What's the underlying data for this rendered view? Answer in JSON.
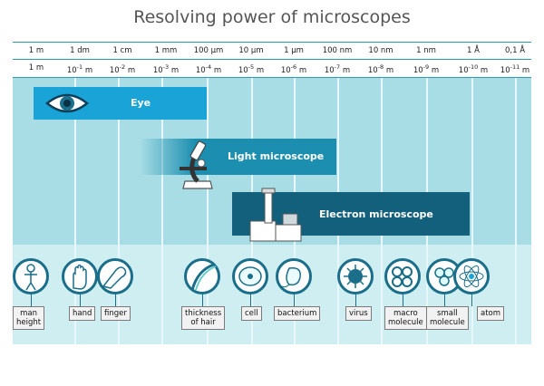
{
  "title": "Resolving power of microscopes",
  "scale_units": [
    "1 m",
    "1 dm",
    "1 cm",
    "1 mm",
    "100 µm",
    "10 µm",
    "1 µm",
    "100 nm",
    "10 nm",
    "1 nm",
    "1 Å",
    "0,1 Å"
  ],
  "scale_powers": [
    {
      "base": "1",
      "exp": "",
      "unit": "m"
    },
    {
      "base": "10",
      "exp": "-1",
      "unit": "m"
    },
    {
      "base": "10",
      "exp": "-2",
      "unit": "m"
    },
    {
      "base": "10",
      "exp": "-3",
      "unit": "m"
    },
    {
      "base": "10",
      "exp": "-4",
      "unit": "m"
    },
    {
      "base": "10",
      "exp": "-5",
      "unit": "m"
    },
    {
      "base": "10",
      "exp": "-6",
      "unit": "m"
    },
    {
      "base": "10",
      "exp": "-7",
      "unit": "m"
    },
    {
      "base": "10",
      "exp": "-8",
      "unit": "m"
    },
    {
      "base": "10",
      "exp": "-9",
      "unit": "m"
    },
    {
      "base": "10",
      "exp": "-10",
      "unit": "m"
    },
    {
      "base": "10",
      "exp": "-11",
      "unit": "m"
    }
  ],
  "bars": {
    "eye": {
      "label": "Eye",
      "color": "#1aa3d6"
    },
    "light": {
      "label": "Light microscope",
      "color": "#1c8fb0"
    },
    "electron": {
      "label": "Electron microscope",
      "color": "#12607c"
    }
  },
  "objects": {
    "man_height": {
      "label": "man\nheight",
      "icon": "person-icon"
    },
    "hand": {
      "label": "hand",
      "icon": "hand-icon"
    },
    "finger": {
      "label": "finger",
      "icon": "finger-icon"
    },
    "hair": {
      "label": "thickness\nof hair",
      "icon": "hair-icon"
    },
    "cell": {
      "label": "cell",
      "icon": "cell-icon"
    },
    "bacterium": {
      "label": "bacterium",
      "icon": "bacterium-icon"
    },
    "virus": {
      "label": "virus",
      "icon": "virus-icon"
    },
    "macro_molecule": {
      "label": "macro\nmolecule",
      "icon": "macromolecule-icon"
    },
    "small_molecule": {
      "label": "small\nmolecule",
      "icon": "small-molecule-icon"
    },
    "atom": {
      "label": "atom",
      "icon": "atom-icon"
    }
  },
  "colors": {
    "accent": "#1a6e8a",
    "band": "#a8dde5",
    "band_light": "#cfeef2"
  }
}
